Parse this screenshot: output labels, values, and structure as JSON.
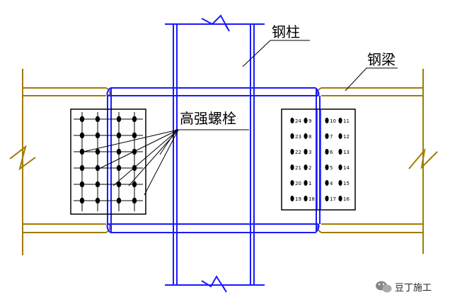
{
  "labels": {
    "column": "钢柱",
    "beam": "钢梁",
    "bolts": "高强螺栓"
  },
  "watermark": {
    "text": "豆丁施工",
    "icon": "wechat-icon"
  },
  "bolt_numbers": [
    [
      "24",
      "9",
      "10",
      "11"
    ],
    [
      "23",
      "8",
      "7",
      "12"
    ],
    [
      "22",
      "3",
      "6",
      "13"
    ],
    [
      "21",
      "2",
      "5",
      "14"
    ],
    [
      "20",
      "1",
      "4",
      "15"
    ],
    [
      "19",
      "18",
      "17",
      "16"
    ]
  ],
  "colors": {
    "column": "#1a1aff",
    "beam": "#a07c00",
    "plate": "#000000",
    "bolt": "#000000"
  }
}
